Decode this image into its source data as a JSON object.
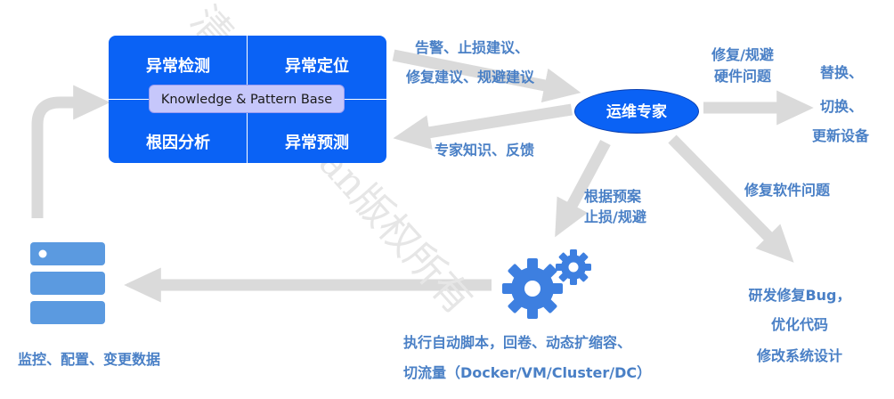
{
  "panel": {
    "top_left": "异常检测",
    "top_right": "异常定位",
    "bottom_left": "根因分析",
    "bottom_right": "异常预测",
    "center": "Knowledge & Pattern Base"
  },
  "expert": "运维专家",
  "labels": {
    "alarm_line1": "告警、止损建议、",
    "alarm_line2": "修复建议、规避建议",
    "feedback": "专家知识、反馈",
    "hw_line1": "修复/规避",
    "hw_line2": "硬件问题",
    "replace_1": "替换、",
    "replace_2": "切换、",
    "replace_3": "更新设备",
    "plan_line1": "根据预案",
    "plan_line2": "止损/规避",
    "sw_issue": "修复软件问题",
    "dev_line1": "研发修复Bug，",
    "dev_line2": "优化代码",
    "dev_line3": "修改系统设计",
    "exec_line1": "执行自动脚本，回卷、动态扩缩容、",
    "exec_line2": "切流量（Docker/VM/Cluster/DC）",
    "monitor": "监控、配置、变更数据"
  },
  "watermark": "清华NetMan版权所有",
  "icons": [
    "server-icon",
    "gears-icon"
  ],
  "colors": {
    "primary_blue": "#0a62f5",
    "label_blue": "#4a80c6",
    "arrow_gray": "#dadada",
    "kb_fill": "#c6c7fb",
    "server_blue": "#5b9ae0"
  }
}
